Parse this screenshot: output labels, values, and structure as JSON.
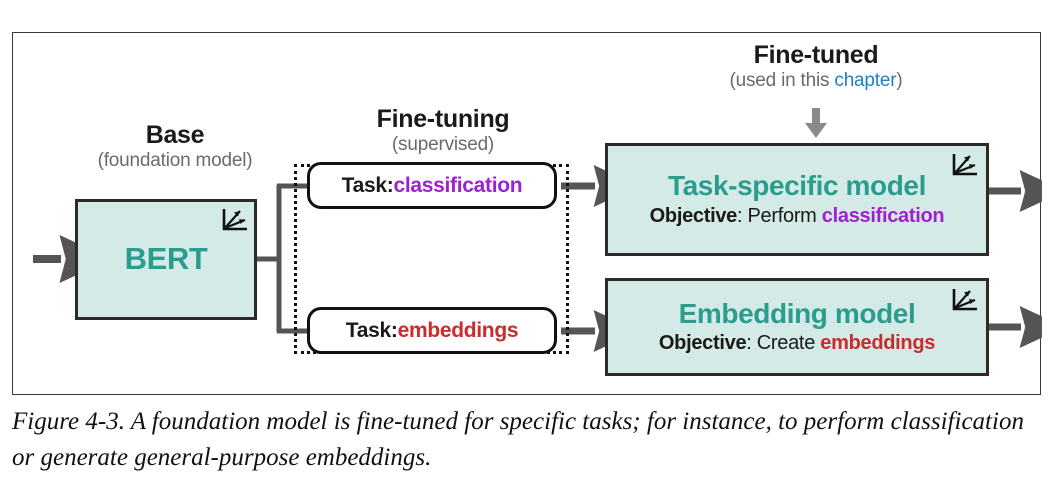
{
  "figure": {
    "caption": "Figure 4-3. A foundation model is fine-tuned for specific tasks; for instance, to perform classification or generate general-purpose embeddings."
  },
  "colors": {
    "teal_fill": "#d4eae6",
    "teal_text": "#2a9d8f",
    "purple": "#a020d0",
    "red": "#cc2b2b",
    "blue": "#1f7fc4",
    "gray_sub": "#6b6b6b",
    "outline": "#2b2b2b",
    "arrow": "#555555"
  },
  "base_group": {
    "heading": "Base",
    "subheading": "(foundation model)",
    "box": {
      "label": "BERT",
      "icon": "vector-axis-icon"
    },
    "input_arrow": "input-arrow"
  },
  "finetuning_group": {
    "heading": "Fine-tuning",
    "subheading": "(supervised)",
    "tasks": [
      {
        "prefix": "Task: ",
        "value": "classification",
        "value_color": "#a020d0",
        "name": "task-pill-classification"
      },
      {
        "prefix": "Task: ",
        "value": "embeddings",
        "value_color": "#cc2b2b",
        "name": "task-pill-embeddings"
      }
    ]
  },
  "finetuned_group": {
    "heading": "Fine-tuned",
    "subheading_prefix": "(used in this ",
    "subheading_highlight": "chapter",
    "subheading_suffix": ")",
    "pointer_icon": "down-arrow-icon",
    "models": [
      {
        "title": "Task-specific model",
        "objective_label": "Objective",
        "objective_sep": ": ",
        "objective_verb": "Perform ",
        "objective_value": "classification",
        "objective_value_color": "#a020d0",
        "icon": "vector-axis-icon",
        "name": "task-specific-model-box"
      },
      {
        "title": "Embedding model",
        "objective_label": "Objective",
        "objective_sep": ": ",
        "objective_verb": "Create ",
        "objective_value": "embeddings",
        "objective_value_color": "#cc2b2b",
        "icon": "vector-axis-icon",
        "name": "embedding-model-box"
      }
    ]
  }
}
